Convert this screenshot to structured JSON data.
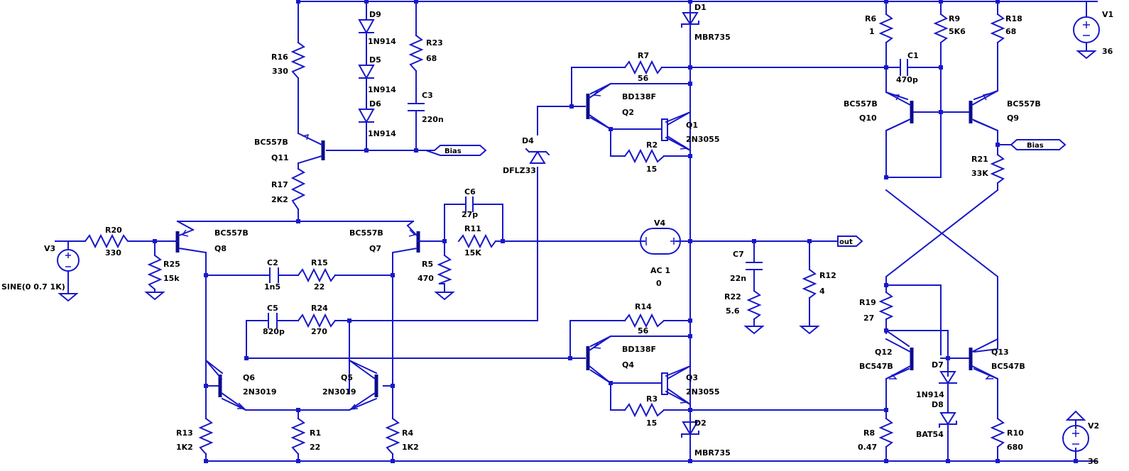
{
  "colors": {
    "wire": "#1818c8",
    "background": "#ffffff",
    "text": "#000000",
    "base_bar": "#0b0b8c"
  },
  "flags": {
    "bias": "Bias",
    "out": "out"
  },
  "sources": {
    "V1": {
      "name": "V1",
      "value": "36"
    },
    "V2": {
      "name": "V2",
      "value": "36"
    },
    "V3": {
      "name": "V3",
      "value": "SINE(0 0.7 1K)"
    },
    "V4": {
      "name": "V4",
      "line1": "AC 1",
      "line2": "0"
    }
  },
  "resistors": {
    "R1": {
      "name": "R1",
      "value": "22"
    },
    "R2": {
      "name": "R2",
      "value": "15"
    },
    "R3": {
      "name": "R3",
      "value": "15"
    },
    "R4": {
      "name": "R4",
      "value": "1K2"
    },
    "R5": {
      "name": "R5",
      "value": "470"
    },
    "R6": {
      "name": "R6",
      "value": "1"
    },
    "R7": {
      "name": "R7",
      "value": "56"
    },
    "R8": {
      "name": "R8",
      "value": "0.47"
    },
    "R9": {
      "name": "R9",
      "value": "5K6"
    },
    "R10": {
      "name": "R10",
      "value": "680"
    },
    "R11": {
      "name": "R11",
      "value": "15K"
    },
    "R12": {
      "name": "R12",
      "value": "4"
    },
    "R13": {
      "name": "R13",
      "value": "1K2"
    },
    "R14": {
      "name": "R14",
      "value": "56"
    },
    "R15": {
      "name": "R15",
      "value": "22"
    },
    "R16": {
      "name": "R16",
      "value": "330"
    },
    "R17": {
      "name": "R17",
      "value": "2K2"
    },
    "R18": {
      "name": "R18",
      "value": "68"
    },
    "R19": {
      "name": "R19",
      "value": "27"
    },
    "R20": {
      "name": "R20",
      "value": "330"
    },
    "R21": {
      "name": "R21",
      "value": "33K"
    },
    "R22": {
      "name": "R22",
      "value": "5.6"
    },
    "R23": {
      "name": "R23",
      "value": "68"
    },
    "R24": {
      "name": "R24",
      "value": "270"
    },
    "R25": {
      "name": "R25",
      "value": "15k"
    }
  },
  "capacitors": {
    "C1": {
      "name": "C1",
      "value": "470p"
    },
    "C2": {
      "name": "C2",
      "value": "1n5"
    },
    "C3": {
      "name": "C3",
      "value": "220n"
    },
    "C5": {
      "name": "C5",
      "value": "820p"
    },
    "C6": {
      "name": "C6",
      "value": "27p"
    },
    "C7": {
      "name": "C7",
      "value": "22n"
    }
  },
  "diodes": {
    "D1": {
      "name": "D1",
      "value": "MBR735"
    },
    "D2": {
      "name": "D2",
      "value": "MBR735"
    },
    "D4": {
      "name": "D4",
      "value": "DFLZ33"
    },
    "D5": {
      "name": "D5",
      "value": "1N914"
    },
    "D6": {
      "name": "D6",
      "value": "1N914"
    },
    "D7": {
      "name": "D7",
      "value": "1N914"
    },
    "D8": {
      "name": "D8",
      "value": "BAT54"
    },
    "D9": {
      "name": "D9",
      "value": "1N914"
    }
  },
  "transistors": {
    "Q1": {
      "name": "Q1",
      "value": "2N3055"
    },
    "Q2": {
      "name": "Q2",
      "value": "BD138F"
    },
    "Q3": {
      "name": "Q3",
      "value": "2N3055"
    },
    "Q4": {
      "name": "Q4",
      "value": "BD138F"
    },
    "Q5": {
      "name": "Q5",
      "value": "2N3019"
    },
    "Q6": {
      "name": "Q6",
      "value": "2N3019"
    },
    "Q7": {
      "name": "Q7",
      "value": "BC557B"
    },
    "Q8": {
      "name": "Q8",
      "value": "BC557B"
    },
    "Q9": {
      "name": "Q9",
      "value": "BC557B"
    },
    "Q10": {
      "name": "Q10",
      "value": "BC557B"
    },
    "Q11": {
      "name": "Q11",
      "value": "BC557B"
    },
    "Q12": {
      "name": "Q12",
      "value": "BC547B"
    },
    "Q13": {
      "name": "Q13",
      "value": "BC547B"
    }
  }
}
